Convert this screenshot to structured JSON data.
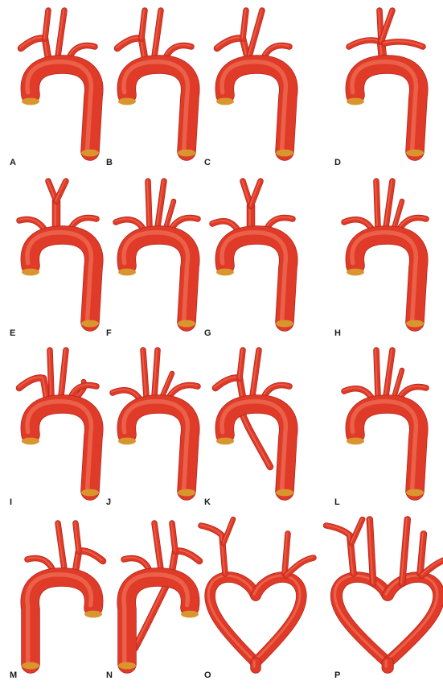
{
  "colors": {
    "vessel": "#e03a28",
    "vessel_dark": "#b3241a",
    "highlight": "#f27a5e",
    "cut": "#d9962e"
  },
  "panels": [
    {
      "id": "A",
      "label": "A",
      "variant": "normal"
    },
    {
      "id": "B",
      "label": "B",
      "variant": "normal"
    },
    {
      "id": "C",
      "label": "C",
      "variant": "common-origin"
    },
    {
      "id": "D",
      "label": "D",
      "variant": "common-trunk"
    },
    {
      "id": "E",
      "label": "E",
      "variant": "bovine"
    },
    {
      "id": "F",
      "label": "F",
      "variant": "four-branch"
    },
    {
      "id": "G",
      "label": "G",
      "variant": "bicarotid-trunk"
    },
    {
      "id": "H",
      "label": "H",
      "variant": "four-branch"
    },
    {
      "id": "I",
      "label": "I",
      "variant": "aberrant-subclavian"
    },
    {
      "id": "J",
      "label": "J",
      "variant": "five-branch"
    },
    {
      "id": "K",
      "label": "K",
      "variant": "retroesophageal"
    },
    {
      "id": "L",
      "label": "L",
      "variant": "four-branch"
    },
    {
      "id": "M",
      "label": "M",
      "variant": "right-arch"
    },
    {
      "id": "N",
      "label": "N",
      "variant": "right-arch-retro"
    },
    {
      "id": "O",
      "label": "O",
      "variant": "double-arch"
    },
    {
      "id": "P",
      "label": "P",
      "variant": "double-arch-wide"
    }
  ]
}
